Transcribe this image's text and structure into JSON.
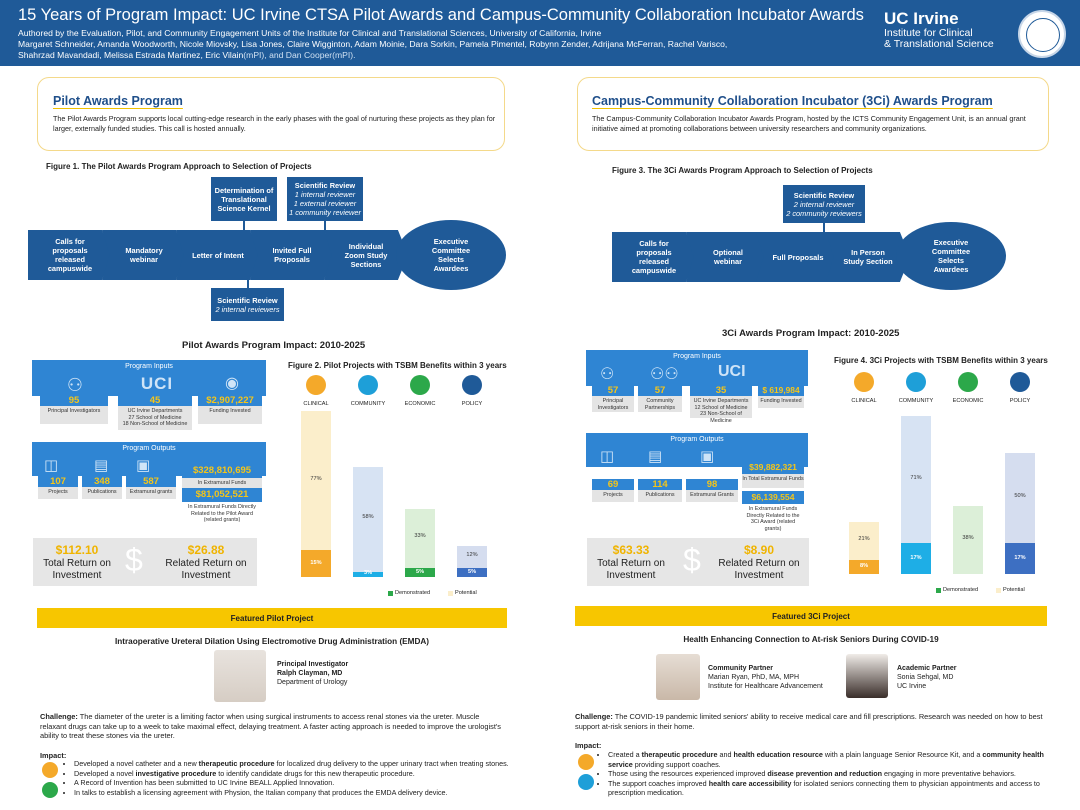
{
  "header": {
    "title": "15 Years of Program Impact: UC Irvine CTSA Pilot Awards and Campus-Community Collaboration Incubator Awards",
    "authors_line1": "Authored by the Evaluation, Pilot, and Community Engagement Units of the Institute for Clinical and Translational Sciences, University of California, Irvine",
    "authors_line2": "Margaret Schneider, Amanda Woodworth, Nicole Miovsky, Lisa Jones, Claire Wigginton, Adam Moinie, Dara Sorkin, Pamela Pimentel, Robynn Zender, Adrijana McFerran, Rachel Varisco,",
    "authors_line3": "Shahrzad Mavandadi, Melissa Estrada Martinez, Eric Vilain",
    "authors_line3_mpi": "(mPI), and Dan Cooper(mPI).",
    "logo_uc": "UC Irvine",
    "logo_line1": "Institute for Clinical",
    "logo_line2": "& Translational Science"
  },
  "pilot": {
    "title": "Pilot Awards Program",
    "desc": "The Pilot Awards Program supports local cutting-edge research in the early phases with the goal of nurturing these projects as they plan for larger, externally funded studies. This call is hosted annually.",
    "fig1_title": "Figure 1. The Pilot Awards Program Approach to Selection of Projects",
    "steps": [
      "Calls for proposals released campuswide",
      "Mandatory webinar",
      "Letter of Intent",
      "Invited Full Proposals",
      "Individual Zoom Study Sections"
    ],
    "final": "Executive Committee Selects Awardees",
    "det_kernel": "Determination of Translational Science Kernel",
    "sci_review_top_title": "Scientific Review",
    "sci_review_top_lines": [
      "1 internal reviewer",
      "1 external reviewer",
      "1 community reviewer"
    ],
    "sci_review_bottom_title": "Scientific Review",
    "sci_review_bottom_line": "2 internal reviewers",
    "impact_title": "Pilot Awards Program Impact: 2010-2025",
    "inputs_title": "Program Inputs",
    "inputs": [
      {
        "value": "95",
        "label": "Principal Investigators"
      },
      {
        "value": "45",
        "label": "UC Irvine Departments",
        "sub": "27 School of Medicine\n18 Non-School of Medicine"
      },
      {
        "value": "$2,907,227",
        "label": "Funding Invested"
      }
    ],
    "outputs_title": "Program Outputs",
    "outputs": [
      {
        "value": "107",
        "label": "Projects"
      },
      {
        "value": "348",
        "label": "Publications"
      },
      {
        "value": "587",
        "label": "Extramural grants"
      }
    ],
    "ext_funds_value": "$328,810,695",
    "ext_funds_label": "In Extramural Funds",
    "direct_value": "$81,052,521",
    "direct_label": "In Extramural Funds Directly Related to the Pilot Award (related grants)",
    "roi_total_value": "$112.10",
    "roi_total_label": "Total Return on Investment",
    "roi_related_value": "$26.88",
    "roi_related_label": "Related Return on Investment",
    "dollar": "$",
    "fig2_title": "Figure 2. Pilot Projects with TSBM Benefits within 3 years",
    "featured": "Featured Pilot Project",
    "proj_title": "Intraoperative Ureteral Dilation Using Electromotive Drug Administration (EMDA)",
    "pi_label": "Principal Investigator",
    "pi_name": "Ralph Clayman, MD",
    "pi_dept": "Department of Urology",
    "challenge_label": "Challenge:",
    "challenge": "The diameter of the ureter is a limiting factor when using surgical instruments to access renal stones via the ureter. Muscle relaxant drugs can take up to a week to take maximal effect, delaying treatment. A faster acting approach is needed to improve the urologist's ability to treat these stones via the ureter.",
    "impact_label": "Impact:",
    "impact_items": [
      [
        "Developed a novel catheter and a new ",
        "therapeutic procedure",
        " for localized drug delivery to the upper urinary tract when treating stones."
      ],
      [
        "Developed a novel ",
        "investigative procedure",
        " to identify candidate drugs for this new therapeutic procedure."
      ],
      [
        "A Record of Invention has been submitted to UC Irvine BEALL Applied Innovation.",
        "",
        ""
      ],
      [
        "In talks to establish a licensing agreement with Physion, the Italian company that produces the EMDA delivery device.",
        "",
        ""
      ]
    ]
  },
  "ccci": {
    "title": "Campus-Community Collaboration Incubator (3Ci) Awards Program",
    "desc": "The Campus-Community Collaboration Incubator Awards Program, hosted by the ICTS Community Engagement Unit, is an annual grant initiative aimed at promoting collaborations between university researchers and community organizations.",
    "fig3_title": "Figure 3. The 3Ci Awards Program Approach to Selection of Projects",
    "steps": [
      "Calls for proposals released campuswide",
      "Optional webinar",
      "Full Proposals",
      "In Person Study Section"
    ],
    "final": "Executive Committee Selects Awardees",
    "sci_review_title": "Scientific Review",
    "sci_review_lines": [
      "2 internal reviewer",
      "2 community reviewers"
    ],
    "impact_title": "3Ci Awards Program Impact: 2010-2025",
    "inputs_title": "Program Inputs",
    "inputs": [
      {
        "value": "57",
        "label": "Principal Investigators"
      },
      {
        "value": "57",
        "label": "Community Partnerships"
      },
      {
        "value": "35",
        "label": "UC Irvine Departments",
        "sub": "12 School of Medicine\n23 Non-School of Medicine"
      },
      {
        "value": "$ 619,984",
        "label": "Funding Invested"
      }
    ],
    "outputs_title": "Program Outputs",
    "outputs": [
      {
        "value": "69",
        "label": "Projects"
      },
      {
        "value": "114",
        "label": "Publications"
      },
      {
        "value": "98",
        "label": "Extramural Grants"
      }
    ],
    "ext_funds_value": "$39,882,321",
    "ext_funds_label": "In Total Extramural Funds",
    "direct_value": "$6,139,554",
    "direct_label": "In Extramural Funds Directly Related to the 3Ci Award (related grants)",
    "roi_total_value": "$63.33",
    "roi_total_label": "Total Return on Investment",
    "roi_related_value": "$8.90",
    "roi_related_label": "Related Return on Investment",
    "dollar": "$",
    "fig4_title": "Figure 4. 3Ci Projects with TSBM Benefits within 3 years",
    "featured": "Featured 3Ci Project",
    "proj_title": "Health Enhancing Connection to At-risk Seniors During COVID-19",
    "cp_label": "Community Partner",
    "cp_name": "Marian Ryan, PhD, MA, MPH",
    "cp_org": "Institute for Healthcare Advancement",
    "ap_label": "Academic Partner",
    "ap_name": "Sonia Sehgal, MD",
    "ap_org": "UC Irvine",
    "challenge_label": "Challenge:",
    "challenge": "The COVID-19 pandemic limited seniors' ability to receive medical care and fill prescriptions. Research was needed on how to best support at-risk seniors in their home.",
    "impact_label": "Impact:",
    "impact_items": [
      [
        "Created a ",
        "therapeutic procedure",
        " and ",
        "health education resource",
        " with a plain language Senior Resource Kit, and a ",
        "community health service",
        " providing support coaches."
      ],
      [
        "Those using the resources experienced improved ",
        "disease prevention and reduction",
        " engaging in more preventative behaviors.",
        "",
        "",
        "",
        ""
      ],
      [
        "The support coaches improved ",
        "health care accessibility",
        " for isolated seniors connecting them to physician appointments and access to prescription medication.",
        "",
        "",
        "",
        ""
      ]
    ]
  },
  "chart_data": [
    {
      "type": "bar",
      "title": "Figure 2. Pilot Projects with TSBM Benefits within 3 years",
      "categories": [
        "CLINICAL",
        "COMMUNITY",
        "ECONOMIC",
        "POLICY"
      ],
      "series": [
        {
          "name": "Demonstrated",
          "values": [
            15,
            3,
            5,
            5
          ]
        },
        {
          "name": "Potential",
          "values": [
            77,
            58,
            33,
            12
          ]
        }
      ],
      "ylim": [
        0,
        100
      ],
      "legend": "bottom",
      "colors": {
        "demonstrated": [
          "#f4a92a",
          "#1eaee6",
          "#2ca84a",
          "#3d6fc2"
        ],
        "potential": [
          "#fbeecb",
          "#d7e3f3",
          "#dcefd8",
          "#d5ddef"
        ],
        "icons": [
          "#f4a92a",
          "#1e9fd8",
          "#2ca84a",
          "#1f5a98"
        ]
      }
    },
    {
      "type": "bar",
      "title": "Figure 4. 3Ci Projects with TSBM Benefits within 3 years",
      "categories": [
        "CLINICAL",
        "COMMUNITY",
        "ECONOMIC",
        "POLICY"
      ],
      "series": [
        {
          "name": "Demonstrated",
          "values": [
            8,
            17,
            0,
            17
          ]
        },
        {
          "name": "Potential",
          "values": [
            21,
            71,
            38,
            50
          ]
        }
      ],
      "ylim": [
        0,
        100
      ],
      "legend": "bottom",
      "colors": {
        "demonstrated": [
          "#f4a92a",
          "#1eaee6",
          "#2ca84a",
          "#3d6fc2"
        ],
        "potential": [
          "#fbeecb",
          "#d7e3f3",
          "#dcefd8",
          "#d5ddef"
        ],
        "icons": [
          "#f4a92a",
          "#1e9fd8",
          "#2ca84a",
          "#1f5a98"
        ]
      }
    }
  ],
  "colors": {
    "header": "#1f5a98",
    "accent": "#f7c600",
    "box": "#1f5a98",
    "input_blue": "#2f85d3"
  }
}
